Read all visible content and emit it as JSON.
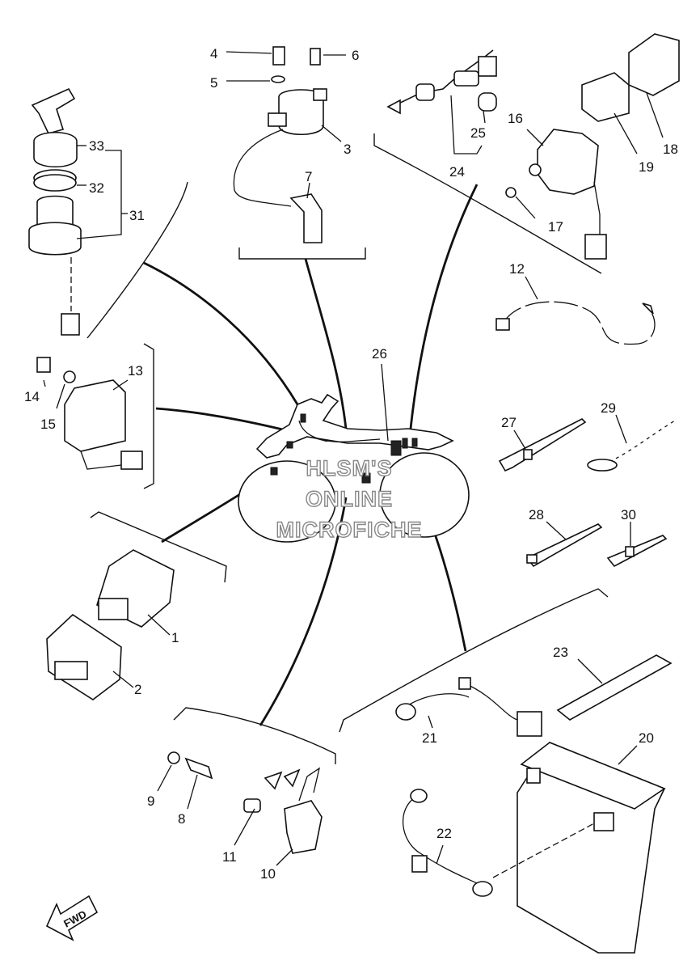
{
  "watermark": [
    "HLSM'S",
    "ONLINE",
    "MICROFICHE"
  ],
  "fwd_label": "FWD",
  "callouts": {
    "n1": "1",
    "n2": "2",
    "n3": "3",
    "n4": "4",
    "n5": "5",
    "n6": "6",
    "n7": "7",
    "n8": "8",
    "n9": "9",
    "n10": "10",
    "n11": "11",
    "n12": "12",
    "n13": "13",
    "n14": "14",
    "n15": "15",
    "n16": "16",
    "n17": "17",
    "n18": "18",
    "n19": "19",
    "n20": "20",
    "n21": "21",
    "n22": "22",
    "n23": "23",
    "n24": "24",
    "n25": "25",
    "n26": "26",
    "n27": "27",
    "n28": "28",
    "n29": "29",
    "n30": "30",
    "n31": "31",
    "n32": "32",
    "n33": "33"
  }
}
